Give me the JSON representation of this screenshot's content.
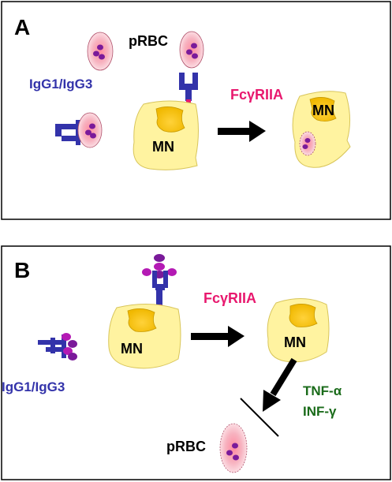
{
  "panel_a": {
    "letter": "A",
    "antibody_label": "IgG1/IgG3",
    "prbc_label": "pRBC",
    "receptor_label": "FcγRIIA",
    "cell_label": "MN",
    "cell_after_label": "MN"
  },
  "panel_b": {
    "letter": "B",
    "antibody_label": "IgG1/IgG3",
    "receptor_label": "FcγRIIA",
    "cell_label": "MN",
    "cell_after_label": "MN",
    "cytokine_1": "TNF-α",
    "cytokine_2": "INF-γ",
    "prbc_label": "pRBC"
  },
  "colors": {
    "antibody": "#3333aa",
    "receptor": "#e8186e",
    "cytokine": "#1a6b1a",
    "parasite": "#7a1a9a",
    "cell_fill": "#fff3a0",
    "nucleus": "#f2c400"
  }
}
